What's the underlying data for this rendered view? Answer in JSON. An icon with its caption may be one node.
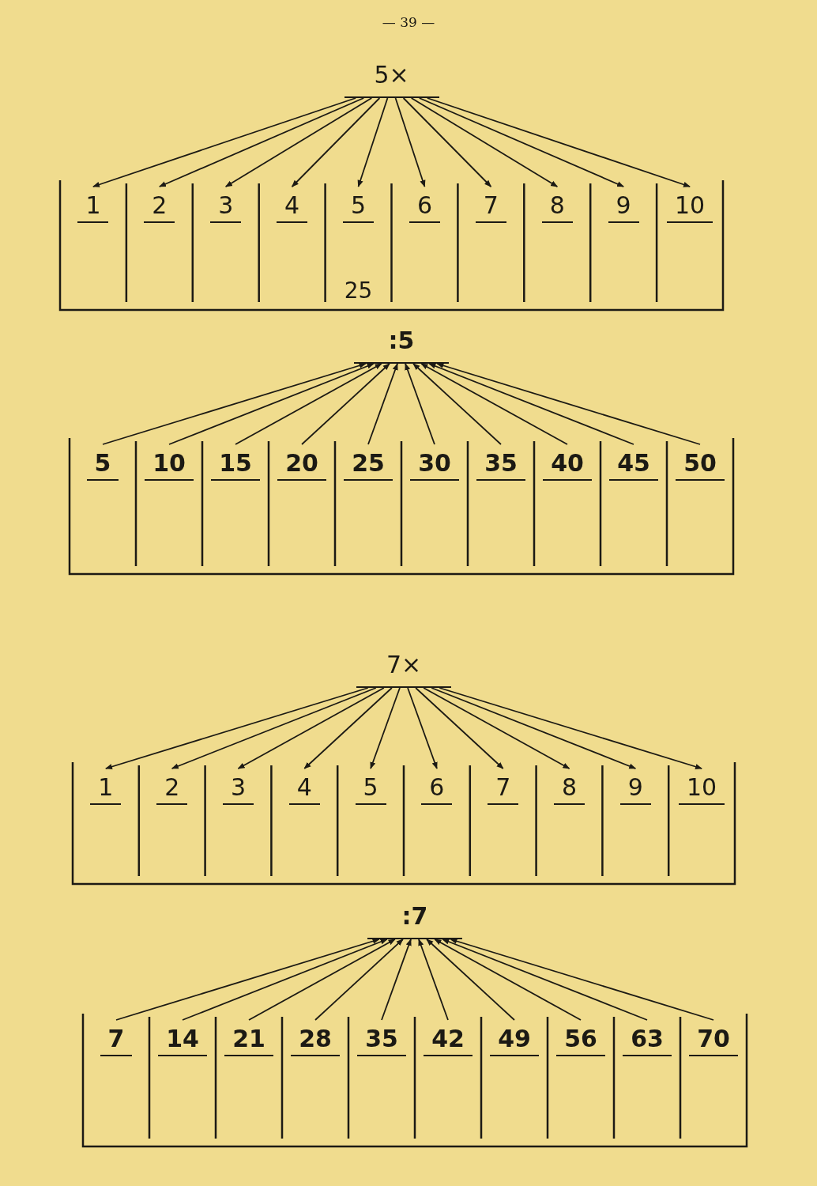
{
  "diagram": {
    "nodes": [
      {
        "text": [
          "5×"
        ]
      },
      {
        "text": [
          "1"
        ]
      },
      {
        "text": [
          "2"
        ]
      },
      {
        "text": [
          "3"
        ]
      },
      {
        "text": [
          "4"
        ]
      },
      {
        "text": [
          "5",
          "25"
        ]
      },
      {
        "text": [
          "6"
        ]
      },
      {
        "text": [
          "7"
        ]
      },
      {
        "text": [
          "8"
        ]
      },
      {
        "text": [
          "9"
        ]
      },
      {
        "text": [
          "10"
        ]
      },
      {
        "text": [
          ":5"
        ]
      },
      {
        "text": [
          "5"
        ]
      },
      {
        "text": [
          "10"
        ]
      },
      {
        "text": [
          "15"
        ]
      },
      {
        "text": [
          "20"
        ]
      },
      {
        "text": [
          "25"
        ]
      },
      {
        "text": [
          "30"
        ]
      },
      {
        "text": [
          "35"
        ]
      },
      {
        "text": [
          "40"
        ]
      },
      {
        "text": [
          "45"
        ]
      },
      {
        "text": [
          "50"
        ]
      },
      {
        "text": [
          "7×"
        ]
      },
      {
        "text": [
          "1"
        ]
      },
      {
        "text": [
          "2"
        ]
      },
      {
        "text": [
          "3"
        ]
      },
      {
        "text": [
          "4"
        ]
      },
      {
        "text": [
          "5"
        ]
      },
      {
        "text": [
          "6"
        ]
      },
      {
        "text": [
          "7"
        ]
      },
      {
        "text": [
          "8"
        ]
      },
      {
        "text": [
          "9"
        ]
      },
      {
        "text": [
          "10"
        ]
      },
      {
        "text": [
          ":7"
        ]
      },
      {
        "text": [
          "7"
        ]
      },
      {
        "text": [
          "14"
        ]
      },
      {
        "text": [
          "21"
        ]
      },
      {
        "text": [
          "28"
        ]
      },
      {
        "text": [
          "35"
        ]
      },
      {
        "text": [
          "42"
        ]
      },
      {
        "text": [
          "49"
        ]
      },
      {
        "text": [
          "56"
        ]
      },
      {
        "text": [
          "63"
        ]
      },
      {
        "text": [
          "70"
        ]
      }
    ],
    "edges": [
      {
        "from": 0,
        "to": 1,
        "arrow": "to"
      },
      {
        "from": 0,
        "to": 2,
        "arrow": "to"
      },
      {
        "from": 0,
        "to": 3,
        "arrow": "to"
      },
      {
        "from": 0,
        "to": 4,
        "arrow": "to"
      },
      {
        "from": 0,
        "to": 5,
        "arrow": "to"
      },
      {
        "from": 0,
        "to": 6,
        "arrow": "to"
      },
      {
        "from": 0,
        "to": 7,
        "arrow": "to"
      },
      {
        "from": 0,
        "to": 8,
        "arrow": "to"
      },
      {
        "from": 0,
        "to": 9,
        "arrow": "to"
      },
      {
        "from": 0,
        "to": 10,
        "arrow": "to"
      },
      {
        "from": 12,
        "to": 11,
        "arrow": "to"
      },
      {
        "from": 13,
        "to": 11,
        "arrow": "to"
      },
      {
        "from": 14,
        "to": 11,
        "arrow": "to"
      },
      {
        "from": 15,
        "to": 11,
        "arrow": "to"
      },
      {
        "from": 16,
        "to": 11,
        "arrow": "to"
      },
      {
        "from": 17,
        "to": 11,
        "arrow": "to"
      },
      {
        "from": 18,
        "to": 11,
        "arrow": "to"
      },
      {
        "from": 19,
        "to": 11,
        "arrow": "to"
      },
      {
        "from": 20,
        "to": 11,
        "arrow": "to"
      },
      {
        "from": 21,
        "to": 11,
        "arrow": "to"
      },
      {
        "from": 22,
        "to": 23,
        "arrow": "to"
      },
      {
        "from": 22,
        "to": 24,
        "arrow": "to"
      },
      {
        "from": 22,
        "to": 25,
        "arrow": "to"
      },
      {
        "from": 22,
        "to": 26,
        "arrow": "to"
      },
      {
        "from": 22,
        "to": 27,
        "arrow": "to"
      },
      {
        "from": 22,
        "to": 28,
        "arrow": "to"
      },
      {
        "from": 22,
        "to": 29,
        "arrow": "to"
      },
      {
        "from": 22,
        "to": 30,
        "arrow": "to"
      },
      {
        "from": 22,
        "to": 31,
        "arrow": "to"
      },
      {
        "from": 22,
        "to": 32,
        "arrow": "to"
      },
      {
        "from": 34,
        "to": 33,
        "arrow": "to"
      },
      {
        "from": 35,
        "to": 33,
        "arrow": "to"
      },
      {
        "from": 36,
        "to": 33,
        "arrow": "to"
      },
      {
        "from": 37,
        "to": 33,
        "arrow": "to"
      },
      {
        "from": 38,
        "to": 33,
        "arrow": "to"
      },
      {
        "from": 39,
        "to": 33,
        "arrow": "to"
      },
      {
        "from": 40,
        "to": 33,
        "arrow": "to"
      },
      {
        "from": 41,
        "to": 33,
        "arrow": "to"
      },
      {
        "from": 42,
        "to": 33,
        "arrow": "to"
      },
      {
        "from": 43,
        "to": 33,
        "arrow": "to"
      }
    ],
    "labels": [
      "— 39 —"
    ]
  }
}
